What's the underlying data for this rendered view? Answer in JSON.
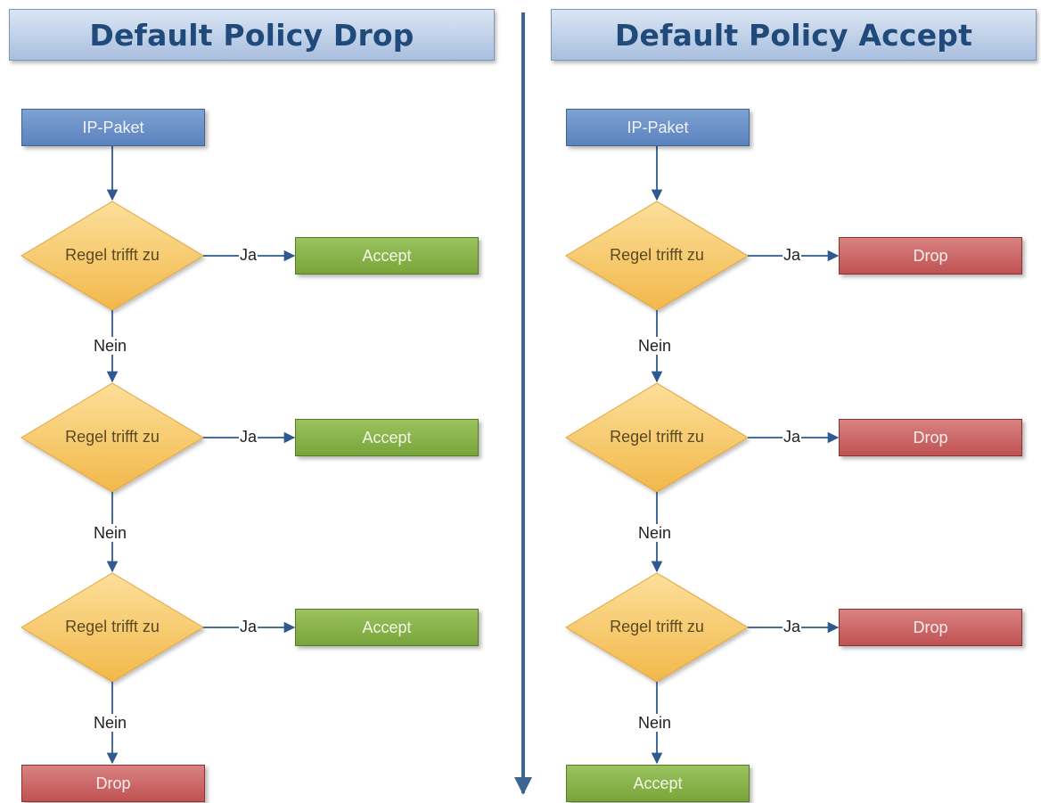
{
  "left": {
    "title": "Default Policy Drop",
    "start": "IP-Paket",
    "rules": [
      {
        "condition": "Regel trifft zu",
        "yes_label": "Ja",
        "action": "Accept",
        "no_label": "Nein"
      },
      {
        "condition": "Regel trifft zu",
        "yes_label": "Ja",
        "action": "Accept",
        "no_label": "Nein"
      },
      {
        "condition": "Regel trifft zu",
        "yes_label": "Ja",
        "action": "Accept",
        "no_label": "Nein"
      }
    ],
    "default_action": "Drop"
  },
  "right": {
    "title": "Default Policy Accept",
    "start": "IP-Paket",
    "rules": [
      {
        "condition": "Regel trifft zu",
        "yes_label": "Ja",
        "action": "Drop",
        "no_label": "Nein"
      },
      {
        "condition": "Regel trifft zu",
        "yes_label": "Ja",
        "action": "Drop",
        "no_label": "Nein"
      },
      {
        "condition": "Regel trifft zu",
        "yes_label": "Ja",
        "action": "Drop",
        "no_label": "Nein"
      }
    ],
    "default_action": "Accept"
  },
  "colors": {
    "header_text": "#1f4a7a",
    "start_box": "#5a82bd",
    "diamond": "#f7c768",
    "accept": "#78a53a",
    "drop": "#c05252",
    "connector": "#2f5a8f",
    "divider": "#3e6494"
  }
}
